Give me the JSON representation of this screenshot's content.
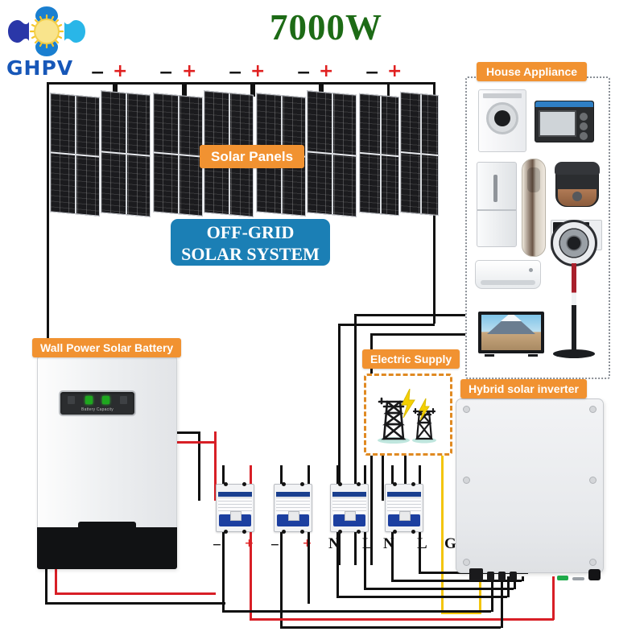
{
  "title": "7000W",
  "brand": {
    "name": "GHPV",
    "icon": "sun-logo-icon"
  },
  "labels": {
    "solar_panels": "Solar Panels",
    "house_appliance": "House Appliance",
    "wall_power_solar_battery": "Wall Power Solar Battery",
    "electric_supply": "Electric Supply",
    "hybrid_solar_inverter": "Hybrid solar inverter"
  },
  "badge": {
    "line1": "OFF-GRID",
    "line2": "SOLAR SYSTEM"
  },
  "colors": {
    "title_green": "#1d6b16",
    "label_orange": "#f19231",
    "badge_blue": "#1b7fb5",
    "logo_blue": "#1757b8",
    "wire_black": "#111111",
    "wire_red": "#d81f26",
    "wire_yellow": "#f3c50d",
    "supply_dash": "#e08a22"
  },
  "array": {
    "string_polarities": [
      "−",
      "+",
      "−",
      "+",
      "−",
      "+",
      "−",
      "+",
      "−",
      "+"
    ]
  },
  "battery": {
    "display_text": "Battery Capacity",
    "led_states": [
      "off",
      "on",
      "on",
      "off"
    ]
  },
  "breakers": [
    {
      "name": "pv-breaker-1",
      "left_terminal": "−",
      "right_terminal": "+"
    },
    {
      "name": "pv-breaker-2",
      "left_terminal": "−",
      "right_terminal": "+"
    },
    {
      "name": "ac-breaker-1",
      "left_terminal": "N",
      "right_terminal": "L"
    },
    {
      "name": "ac-breaker-2",
      "left_terminal": "N",
      "right_terminal": "L"
    }
  ],
  "ground": {
    "terminal": "G"
  },
  "appliances": [
    {
      "name": "washing-machine"
    },
    {
      "name": "toaster-oven"
    },
    {
      "name": "refrigerator"
    },
    {
      "name": "tower-air-conditioner"
    },
    {
      "name": "rice-cooker"
    },
    {
      "name": "microwave-oven"
    },
    {
      "name": "split-air-conditioner"
    },
    {
      "name": "television"
    },
    {
      "name": "pedestal-fan"
    }
  ],
  "electric_supply": {
    "pylon_count": 2,
    "bolt_glyph": "⚡"
  }
}
